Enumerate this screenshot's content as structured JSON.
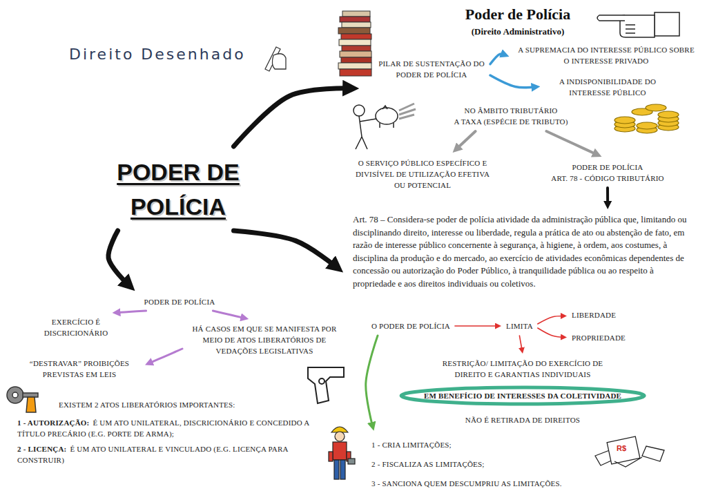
{
  "diagram": {
    "title": "Poder de Polícia",
    "nodes": [
      {
        "text": [
          "PODER DE POLÍCIA"
        ]
      },
      {
        "text": [
          "PILAR DE SUSTENTAÇÃO DO PODER DE POLÍCIA"
        ]
      },
      {
        "text": [
          "A SUPREMACIA DO INTERESSE PÚBLICO SOBRE O INTERESSE PRIVADO"
        ]
      },
      {
        "text": [
          "A INDISPONIBILIDADE DO INTERESSE PÚBLICO"
        ]
      },
      {
        "text": [
          "NO ÂMBITO TRIBUTÁRIO",
          "A TAXA (ESPÉCIE DE TRIBUTO)"
        ]
      },
      {
        "text": [
          "O SERVIÇO PÚBLICO ESPECÍFICO E DIVISÍVEL DE UTILIZAÇÃO EFETIVA OU POTENCIAL"
        ]
      },
      {
        "text": [
          "PODER DE POLÍCIA",
          "ART. 78 - CÓDIGO TRIBUTÁRIO"
        ]
      },
      {
        "text": [
          "Art. 78 – Considera-se poder de polícia atividade da administração pública que, limitando ou disciplinando direito, interesse ou liberdade, regula a prática de ato ou abstenção de fato, em razão de interesse público concernente à segurança, à higiene, à ordem, aos costumes, à disciplina da produção e do mercado, ao exercício de atividades econômicas dependentes de concessão ou autorização do Poder Público, à tranquilidade pública ou ao respeito à propriedade e aos direitos individuais ou coletivos."
        ]
      },
      {
        "text": [
          "PODER DE POLÍCIA"
        ]
      },
      {
        "text": [
          "EXERCÍCIO É DISCRICIONÁRIO"
        ]
      },
      {
        "text": [
          "HÁ CASOS EM QUE SE MANIFESTA POR MEIO DE ATOS LIBERATÓRIOS DE VEDAÇÕES LEGISLATIVAS"
        ]
      },
      {
        "text": [
          "“DESTRAVAR” PROIBIÇÕES PREVISTAS EM LEIS"
        ]
      },
      {
        "text": [
          "EXISTEM 2 ATOS LIBERATÓRIOS IMPORTANTES:",
          "1 - AUTORIZAÇÃO:",
          "É UM ATO UNILATERAL, DISCRICIONÁRIO E CONCEDIDO A TÍTULO PRECÁRIO (E.G. PORTE DE ARMA);",
          "2 - LICENÇA:",
          "É UM ATO UNILATERAL E VINCULADO (E.G. LICENÇA PARA CONSTRUIR)"
        ]
      },
      {
        "text": [
          "O PODER DE POLÍCIA"
        ]
      },
      {
        "text": [
          "LIMITA"
        ]
      },
      {
        "text": [
          "LIBERDADE"
        ]
      },
      {
        "text": [
          "PROPRIEDADE"
        ]
      },
      {
        "text": [
          "RESTRIÇÃO/ LIMITAÇÃO DO EXERCÍCIO DE DIREITO E GARANTIAS INDIVIDUAIS"
        ]
      },
      {
        "text": [
          "EM BENEFÍCIO DE INTERESSES DA COLETIVIDADE"
        ]
      },
      {
        "text": [
          "NÃO É RETIRADA DE DIREITOS"
        ]
      },
      {
        "text": [
          "1 - CRIA LIMITAÇÕES;",
          "2 - FISCALIZA AS LIMITAÇÕES;",
          "3 - SANCIONA QUEM DESCUMPRIU AS LIMITAÇÕES."
        ]
      }
    ],
    "edges": [
      {
        "from": 0,
        "to": 1,
        "arrow": "to"
      },
      {
        "from": 0,
        "to": 7,
        "arrow": "to"
      },
      {
        "from": 0,
        "to": 8,
        "arrow": "to"
      },
      {
        "from": 1,
        "to": 2,
        "arrow": "to"
      },
      {
        "from": 1,
        "to": 3,
        "arrow": "to"
      },
      {
        "from": 4,
        "to": 5,
        "arrow": "to"
      },
      {
        "from": 4,
        "to": 6,
        "arrow": "to"
      },
      {
        "from": 6,
        "to": 7,
        "arrow": "to"
      },
      {
        "from": 8,
        "to": 9,
        "arrow": "to"
      },
      {
        "from": 8,
        "to": 10,
        "arrow": "to"
      },
      {
        "from": 10,
        "to": 11,
        "arrow": "to"
      },
      {
        "from": 13,
        "to": 14,
        "arrow": "to"
      },
      {
        "from": 14,
        "to": 15,
        "arrow": "to"
      },
      {
        "from": 14,
        "to": 16,
        "arrow": "to"
      },
      {
        "from": 14,
        "to": 17,
        "arrow": "to"
      },
      {
        "from": 13,
        "to": 20,
        "arrow": "to"
      }
    ],
    "labels": [
      "Direito Desenhado",
      "(Direito Administrativo)",
      "R$"
    ]
  }
}
